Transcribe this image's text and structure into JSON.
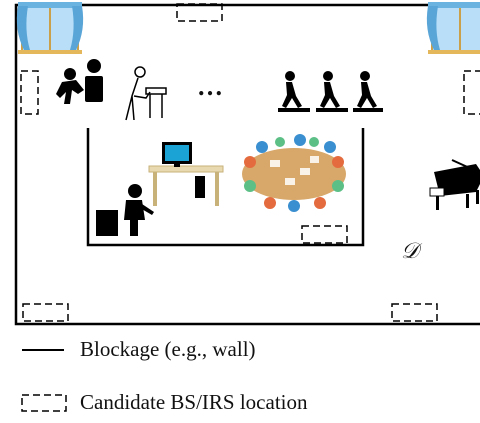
{
  "diagram": {
    "ellipsis": "…",
    "region_label": "𝒟",
    "icons": [
      "window-icon",
      "window-icon",
      "worker-icon",
      "person-at-desk-icon",
      "treadmill-runners-icon",
      "desktop-computer-icon",
      "person-at-computer-icon",
      "meeting-table-icon",
      "grand-piano-icon"
    ]
  },
  "legend": {
    "blockage_label": "Blockage (e.g., wall)",
    "candidate_label": "Candidate BS/IRS location"
  }
}
